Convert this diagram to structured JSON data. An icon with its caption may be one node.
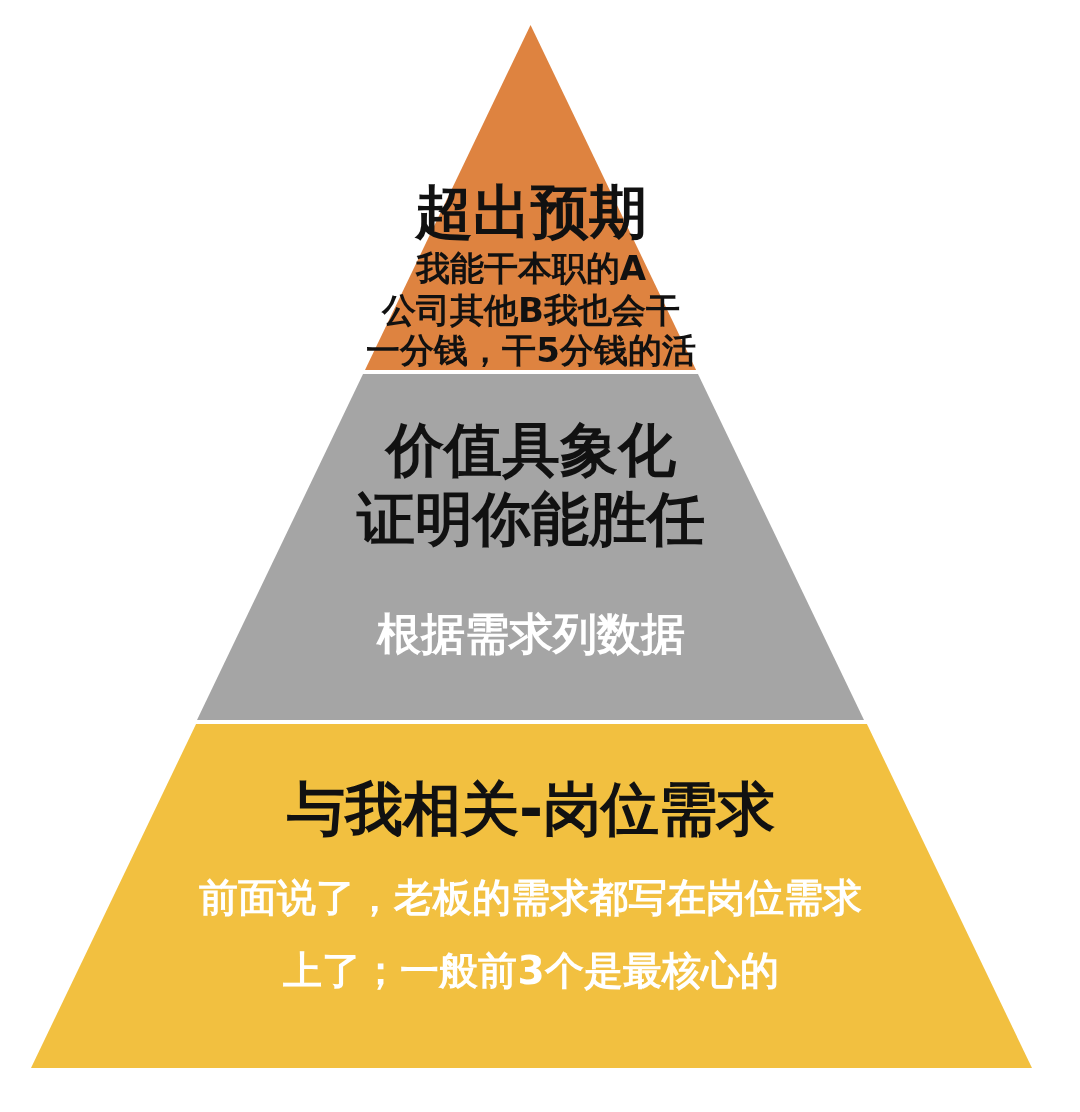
{
  "diagram": {
    "nodes": [
      {
        "text": [
          "超出预期",
          "我能干本职的A",
          "公司其他B我也会干",
          "一分钱，干5分钱的活"
        ]
      },
      {
        "text": [
          "价值具象化",
          "证明你能胜任",
          "根据需求列数据"
        ]
      },
      {
        "text": [
          "与我相关-岗位需求",
          "前面说了，老板的需求都写在岗位需求上了；一般前3个是最核心的"
        ]
      }
    ]
  }
}
